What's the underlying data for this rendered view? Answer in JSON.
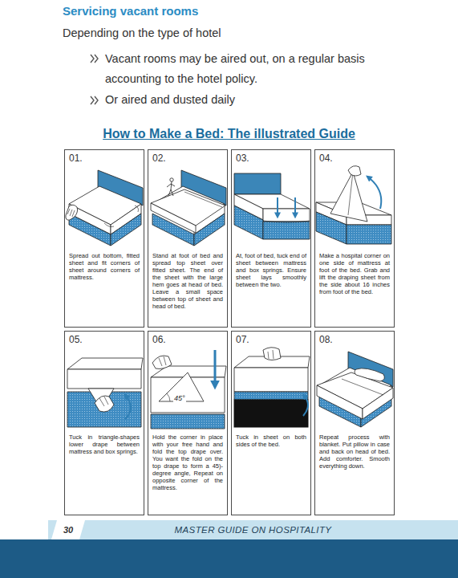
{
  "diagram": {
    "title": "How to Make a Bed: The illustrated Guide",
    "nodes": [
      {
        "text": [
          "01.",
          "Spread out bottom, fitted sheet and fit corners of sheet around corners of mattress."
        ]
      },
      {
        "text": [
          "02.",
          "Stand at foot of bed and spread top sheet over fitted sheet. The end of the sheet with the large hem goes at head of bed. Leave a small space between top of sheet and head of bed."
        ]
      },
      {
        "text": [
          "03.",
          "At, foot of bed, tuck end of sheet between mattress and box springs. Ensure sheet lays smoothly between the two."
        ]
      },
      {
        "text": [
          "04.",
          "Make a hospital corner on one side of mattress at foot of the bed. Grab and lift the draping sheet from the side about 16 inches from foot of the bed."
        ]
      },
      {
        "text": [
          "05.",
          "Tuck in triangle-shapes lower drape between mattress and box springs."
        ]
      },
      {
        "text": [
          "06.",
          "Hold the corner in place with your free hand and fold the top drape over. You want the fold on the top drape to form a 45)-degree angle, Repeat on opposite corner of the mattress."
        ]
      },
      {
        "text": [
          "07.",
          "Tuck in sheet on both sides of the bed."
        ]
      },
      {
        "text": [
          "08.",
          "Repeat process with blanket. Put pillow in case and back on head of bed. Add comforter. Smooth everything down."
        ]
      },
      {
        "text": [
          "30"
        ]
      },
      {
        "text": [
          "MASTER GUIDE ON HOSPITALITY"
        ]
      }
    ],
    "labels": [
      "Servicing vacant rooms",
      "Depending on the type of hotel",
      "Vacant rooms may be aired out, on a regular basis accounting to the hotel policy.",
      "Or aired and dusted daily",
      "45°"
    ]
  }
}
